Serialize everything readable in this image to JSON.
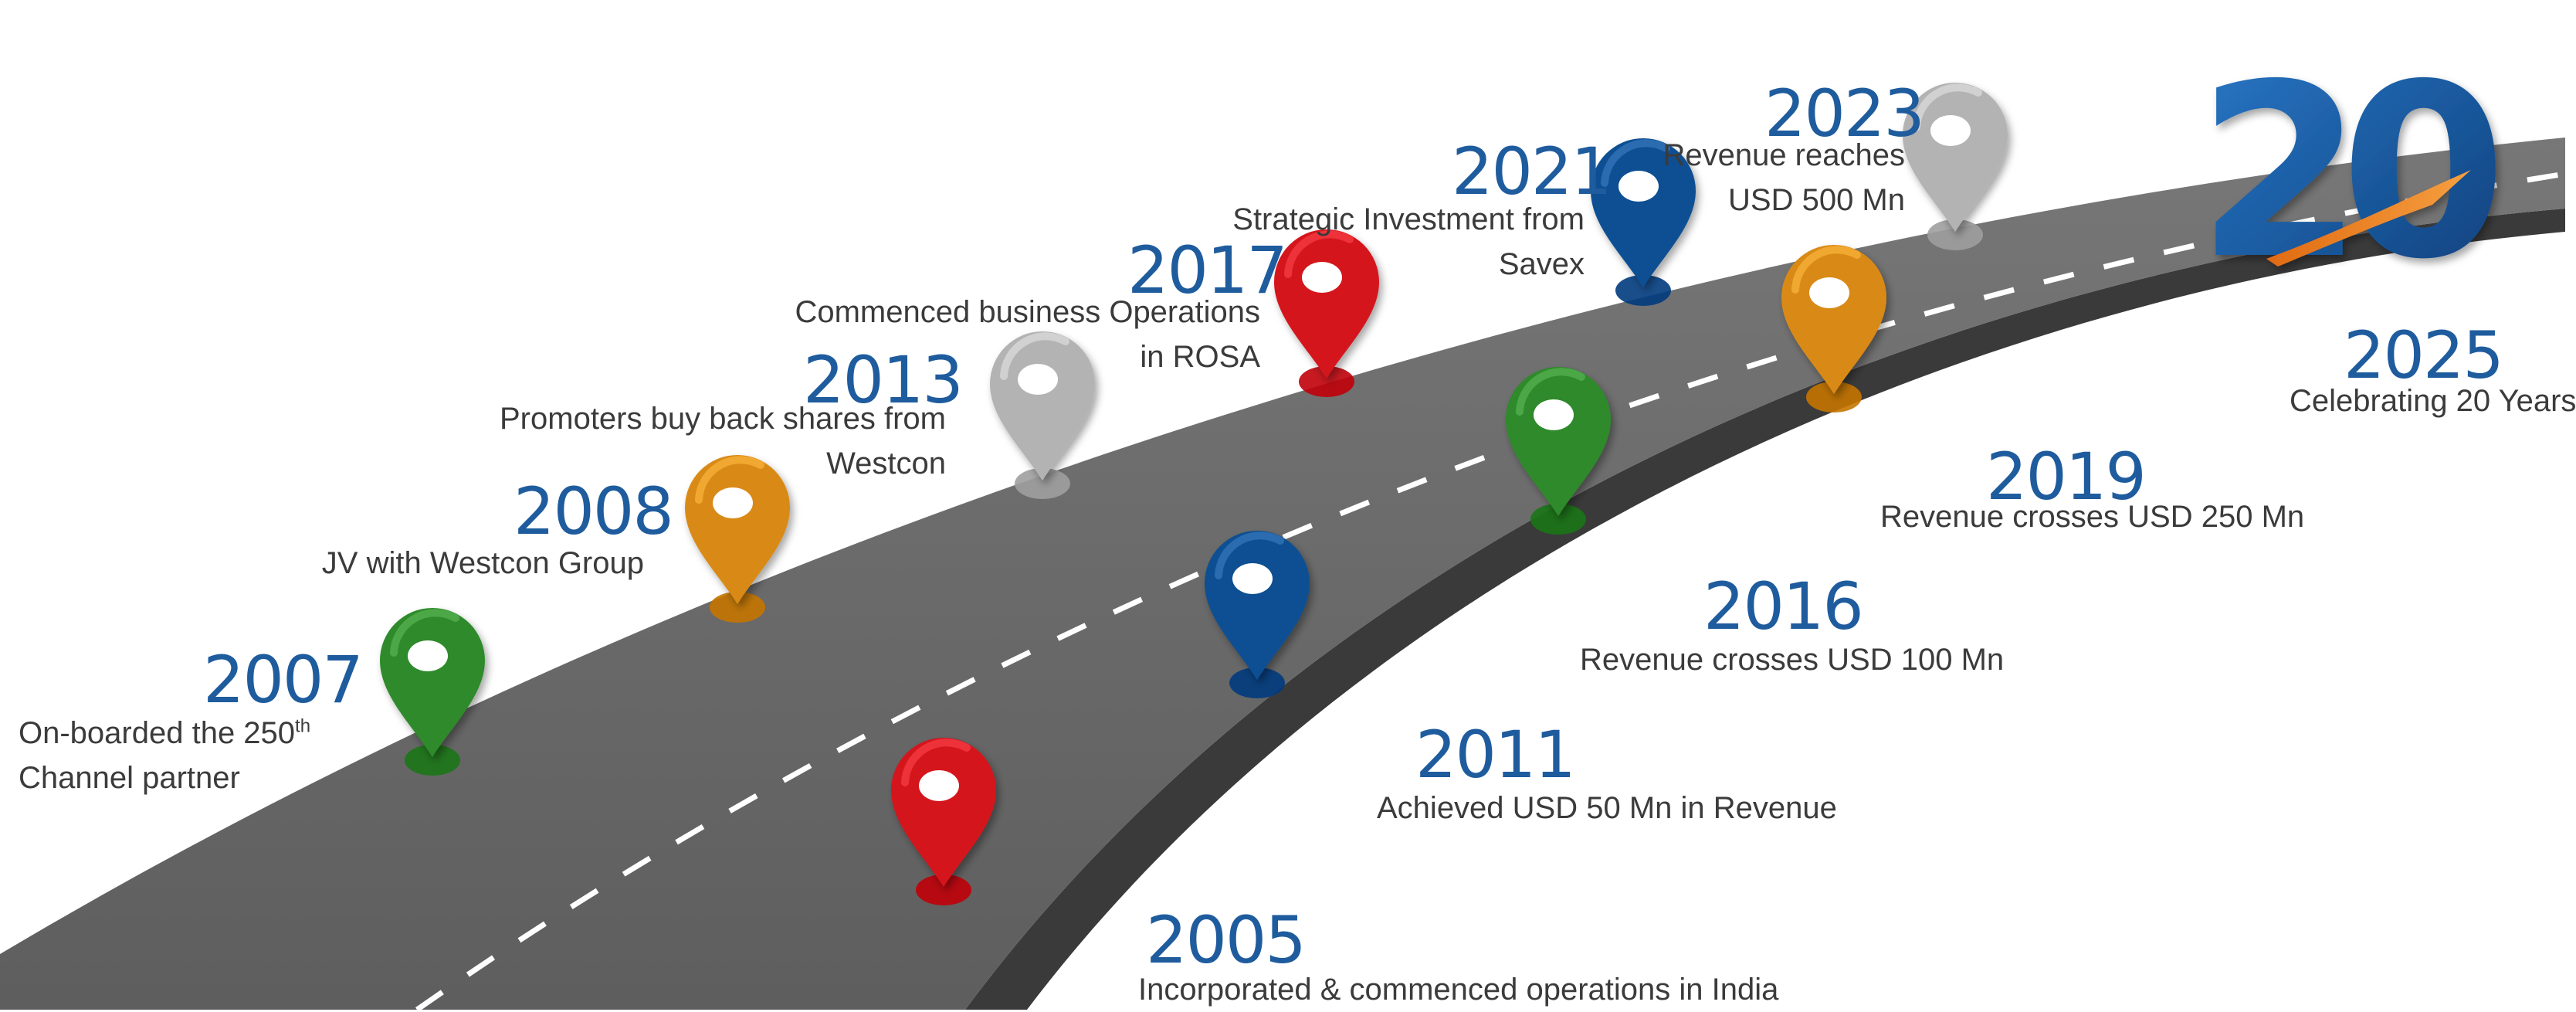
{
  "milestones": [
    {
      "year": "2005",
      "lines": [
        "Incorporated & commenced operations in India"
      ],
      "pin_color": "#d4141d"
    },
    {
      "year": "2007",
      "lines": [
        "On-boarded the 250",
        "Channel partner"
      ],
      "sup": "th",
      "pin_color": "#2f8a2a"
    },
    {
      "year": "2008",
      "lines": [
        "JV with Westcon Group"
      ],
      "pin_color": "#d98a12"
    },
    {
      "year": "2011",
      "lines": [
        "Achieved USD 50 Mn in Revenue"
      ],
      "pin_color": "#0e4f92"
    },
    {
      "year": "2013",
      "lines": [
        "Promoters buy back shares from",
        "Westcon"
      ],
      "pin_color": "#b3b3b3"
    },
    {
      "year": "2016",
      "lines": [
        "Revenue crosses USD 100 Mn"
      ],
      "pin_color": "#2f8a2a"
    },
    {
      "year": "2017",
      "lines": [
        "Commenced business Operations",
        "in ROSA"
      ],
      "pin_color": "#d4141d"
    },
    {
      "year": "2019",
      "lines": [
        "Revenue crosses USD 250 Mn"
      ],
      "pin_color": "#d98a12"
    },
    {
      "year": "2021",
      "lines": [
        "Strategic Investment from",
        "Savex"
      ],
      "pin_color": "#0e4f92"
    },
    {
      "year": "2023",
      "lines": [
        "Revenue reaches",
        "USD 500 Mn"
      ],
      "pin_color": "#b3b3b3"
    },
    {
      "year": "2025",
      "lines": [
        "Celebrating 20 Years"
      ]
    }
  ],
  "logo": {
    "text": "20",
    "color": "#1a5ea8",
    "accent_color": "#f08a24"
  },
  "road": {
    "asphalt_color": "#6b6b6b",
    "shoulder_color": "#3a3a3a",
    "dash_color": "#ffffff"
  }
}
